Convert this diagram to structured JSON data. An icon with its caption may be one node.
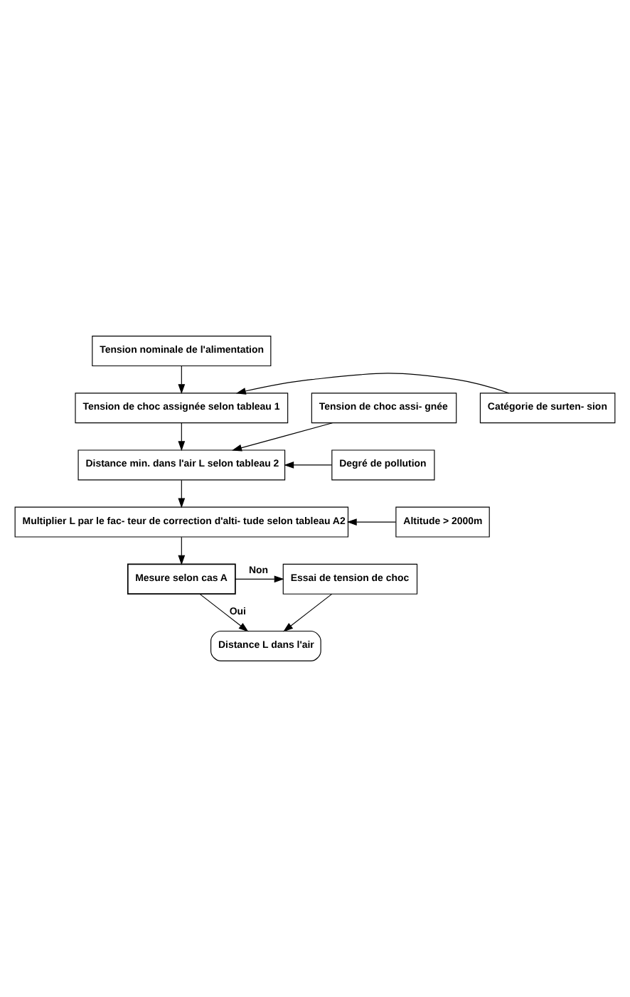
{
  "diagram": {
    "nodes": [
      {
        "text": [
          "Tension nominale de l'alimentation"
        ]
      },
      {
        "text": [
          "Tension de choc assi- gnée"
        ]
      },
      {
        "text": [
          "Tension de choc assignée selon tableau 1"
        ]
      },
      {
        "text": [
          "Catégorie de surten- sion"
        ]
      },
      {
        "text": [
          "Distance min. dans l'air L selon tableau 2"
        ]
      },
      {
        "text": [
          "Degré de pollution"
        ]
      },
      {
        "text": [
          "Altitude > 2000m"
        ]
      },
      {
        "text": [
          "Multiplier L par le fac- teur de correction d'alti- tude selon tableau A2"
        ]
      },
      {
        "text": [
          "Essai de tension de choc"
        ]
      },
      {
        "text": [
          "Mesure selon cas A"
        ]
      },
      {
        "text": [
          "Distance L dans l'air"
        ]
      }
    ],
    "edges": [
      {
        "from": 0,
        "to": 2,
        "arrow": "to"
      },
      {
        "from": 3,
        "to": 2,
        "arrow": "to"
      },
      {
        "from": 2,
        "to": 4,
        "arrow": "to"
      },
      {
        "from": 1,
        "to": 4,
        "arrow": "to"
      },
      {
        "from": 5,
        "to": 4,
        "arrow": "to"
      },
      {
        "from": 4,
        "to": 7,
        "arrow": "to"
      },
      {
        "from": 6,
        "to": 7,
        "arrow": "to"
      },
      {
        "from": 7,
        "to": 9,
        "arrow": "to"
      },
      {
        "from": 9,
        "to": 8,
        "arrow": "to",
        "label": "Non"
      },
      {
        "from": 9,
        "to": 10,
        "arrow": "to",
        "label": "Oui"
      },
      {
        "from": 8,
        "to": 10,
        "arrow": "to"
      }
    ]
  }
}
